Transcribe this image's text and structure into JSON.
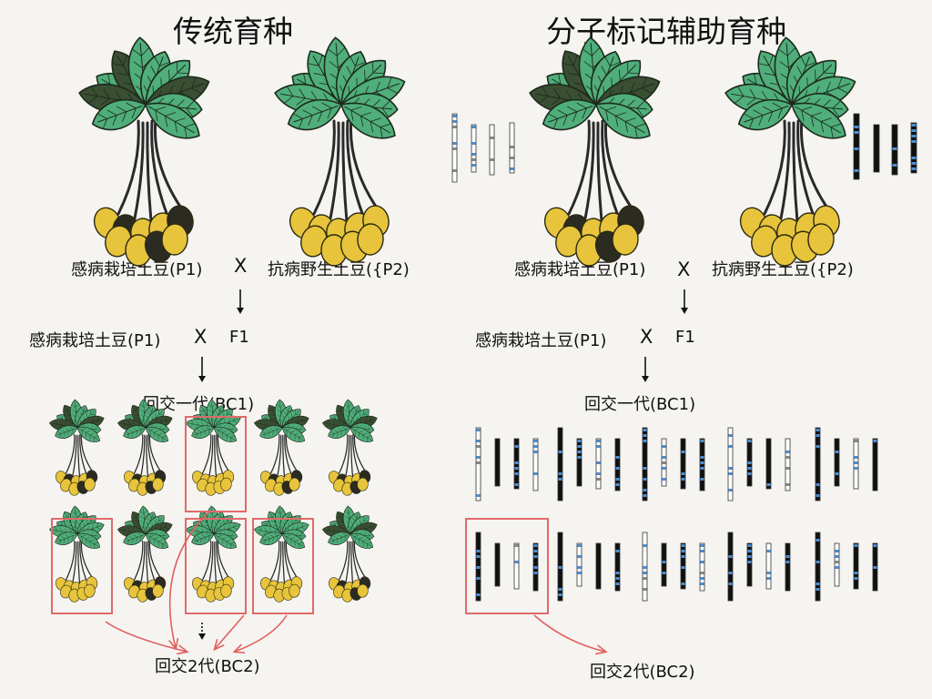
{
  "left": {
    "title": "传统育种",
    "cross1": {
      "p1": "感病栽培土豆(P1)",
      "x": "X",
      "p2": "抗病野生土豆({P2)"
    },
    "cross2": {
      "p1": "感病栽培土豆(P1)",
      "x": "X",
      "p2": "F1"
    },
    "bc1": "回交一代(BC1)",
    "bc2": "回交2代(BC2)"
  },
  "right": {
    "title": "分子标记辅助育种",
    "cross1": {
      "p1": "感病栽培土豆(P1)",
      "x": "X",
      "p2": "抗病野生土豆({P2)"
    },
    "cross2": {
      "p1": "感病栽培土豆(P1)",
      "x": "X",
      "p2": "F1"
    },
    "bc1": "回交一代(BC1)",
    "bc2": "回交2代(BC2)"
  },
  "colors": {
    "leaf": "#4fae7a",
    "leafDark": "#3a4e32",
    "tuber": "#e7c43c",
    "tuberDark": "#2b2b22",
    "select": "#e06a6a",
    "marker": "#4a8fd6",
    "arrow": "#e0605e"
  }
}
